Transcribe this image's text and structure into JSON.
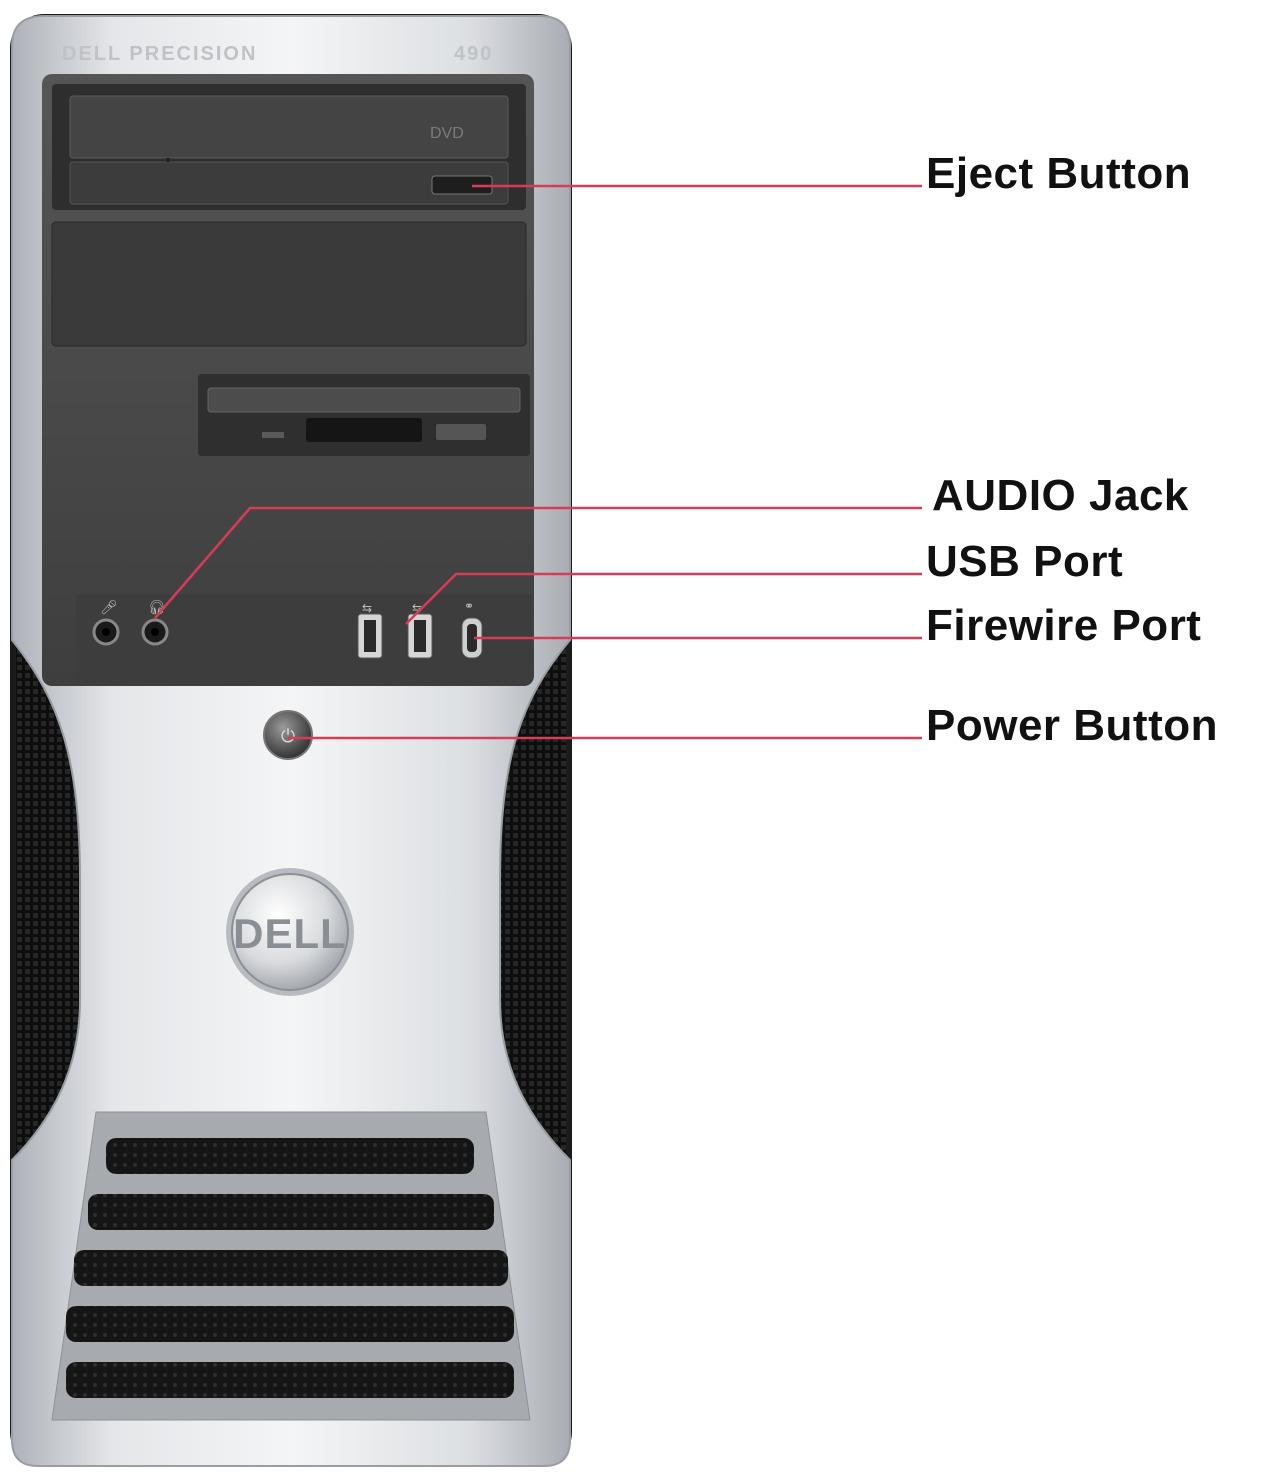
{
  "product": {
    "brand_strip": "DELL PRECISION",
    "model_number": "490",
    "logo_text": "DELL",
    "logo_kind": "dell-circle-logo"
  },
  "callouts": {
    "eject_button": "Eject Button",
    "audio_jack": "AUDIO Jack",
    "usb_port": "USB Port",
    "firewire_port": "Firewire Port",
    "power_button": "Power Button"
  },
  "icons": {
    "microphone": "microphone-icon",
    "headphone": "headphone-icon",
    "usb": "usb-icon",
    "firewire": "firewire-icon",
    "power": "power-icon"
  },
  "colors": {
    "leader_line": "#d63c57",
    "chassis_silver": "#c9ccd1",
    "bezel_dark": "#4a4a4a",
    "vent_black": "#1a1a1a",
    "label_text": "#111111"
  }
}
